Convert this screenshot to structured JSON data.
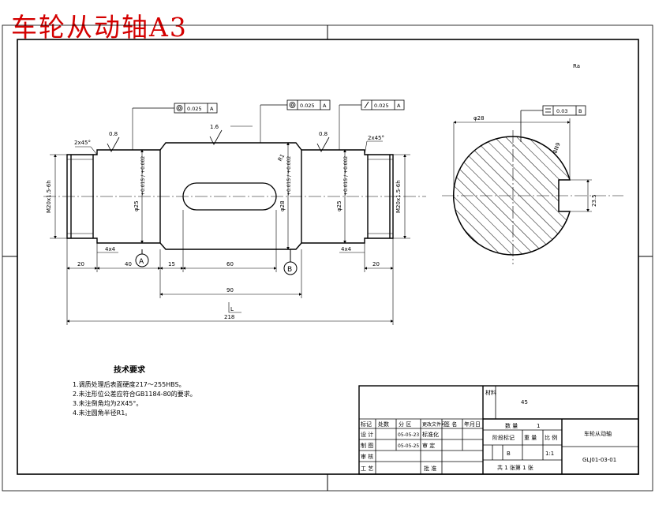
{
  "title": "车轮从动轴A3",
  "drawing": {
    "dims": {
      "d20l": "20",
      "d40": "40",
      "d15": "15",
      "d60": "60",
      "d90": "90",
      "d20r": "20",
      "d218": "218",
      "thread_l": "M20x1.5-6h",
      "thread_r": "M20x1.5-6h",
      "dia_l": "φ25",
      "dia_mid": "φ28",
      "dia_r": "φ25",
      "tol_l": "+0.015 / +0.002",
      "tol_mid": "+0.015 / +0.002",
      "tol_r": "+0.015 / +0.002",
      "chamfer_l": "2x45°",
      "chamfer_r": "2x45°",
      "rough_l": "0.8",
      "rough_m": "1.6",
      "rough_r": "0.8",
      "rough_corner": "Ra",
      "groove_l": "4x4",
      "groove_r": "4x4",
      "r": "R1",
      "sec_w": "φ28",
      "sec_key": "8N9",
      "sec_depth": "23.5"
    },
    "gdt": {
      "g1": "0.025",
      "g1_ref": "A",
      "g2": "0.025",
      "g2_ref": "A",
      "g3": "0.025",
      "g3_ref": "A",
      "g4": "0.03",
      "g4_ref": "B"
    },
    "datums": {
      "a": "A",
      "b": "B"
    },
    "section_mark": "L"
  },
  "notes": {
    "heading": "技术要求",
    "items": [
      "1.调质处理后表面硬度217～255HBS。",
      "2.未注形位公差应符合GB1184-80的要求。",
      "3.未注倒角均为2X45°。",
      "4.未注圆角半径R1。"
    ]
  },
  "titleblock": {
    "material_label": "材料",
    "material": "45",
    "h1": "标记",
    "h2": "处数",
    "h3": "分 区",
    "h4": "更改文件号",
    "h5": "签 名",
    "h6": "年月日",
    "design_label": "设 计",
    "design_date": "05-05-23",
    "std_label": "标准化",
    "draw_label": "制 图",
    "draw_date": "05-05-25",
    "review_label": "审 定",
    "check_label": "审 核",
    "process_label": "工 艺",
    "approve_label": "批 准",
    "qty_label": "数  量",
    "qty": "1",
    "stage_label": "阶段标记",
    "weight_label": "重 量",
    "scale_label": "比 例",
    "stage": "B",
    "scale": "1:1",
    "sheets": "共 1 张第 1 张",
    "part_name": "车轮从动轴",
    "part_code": "GLJ01-03-01"
  }
}
